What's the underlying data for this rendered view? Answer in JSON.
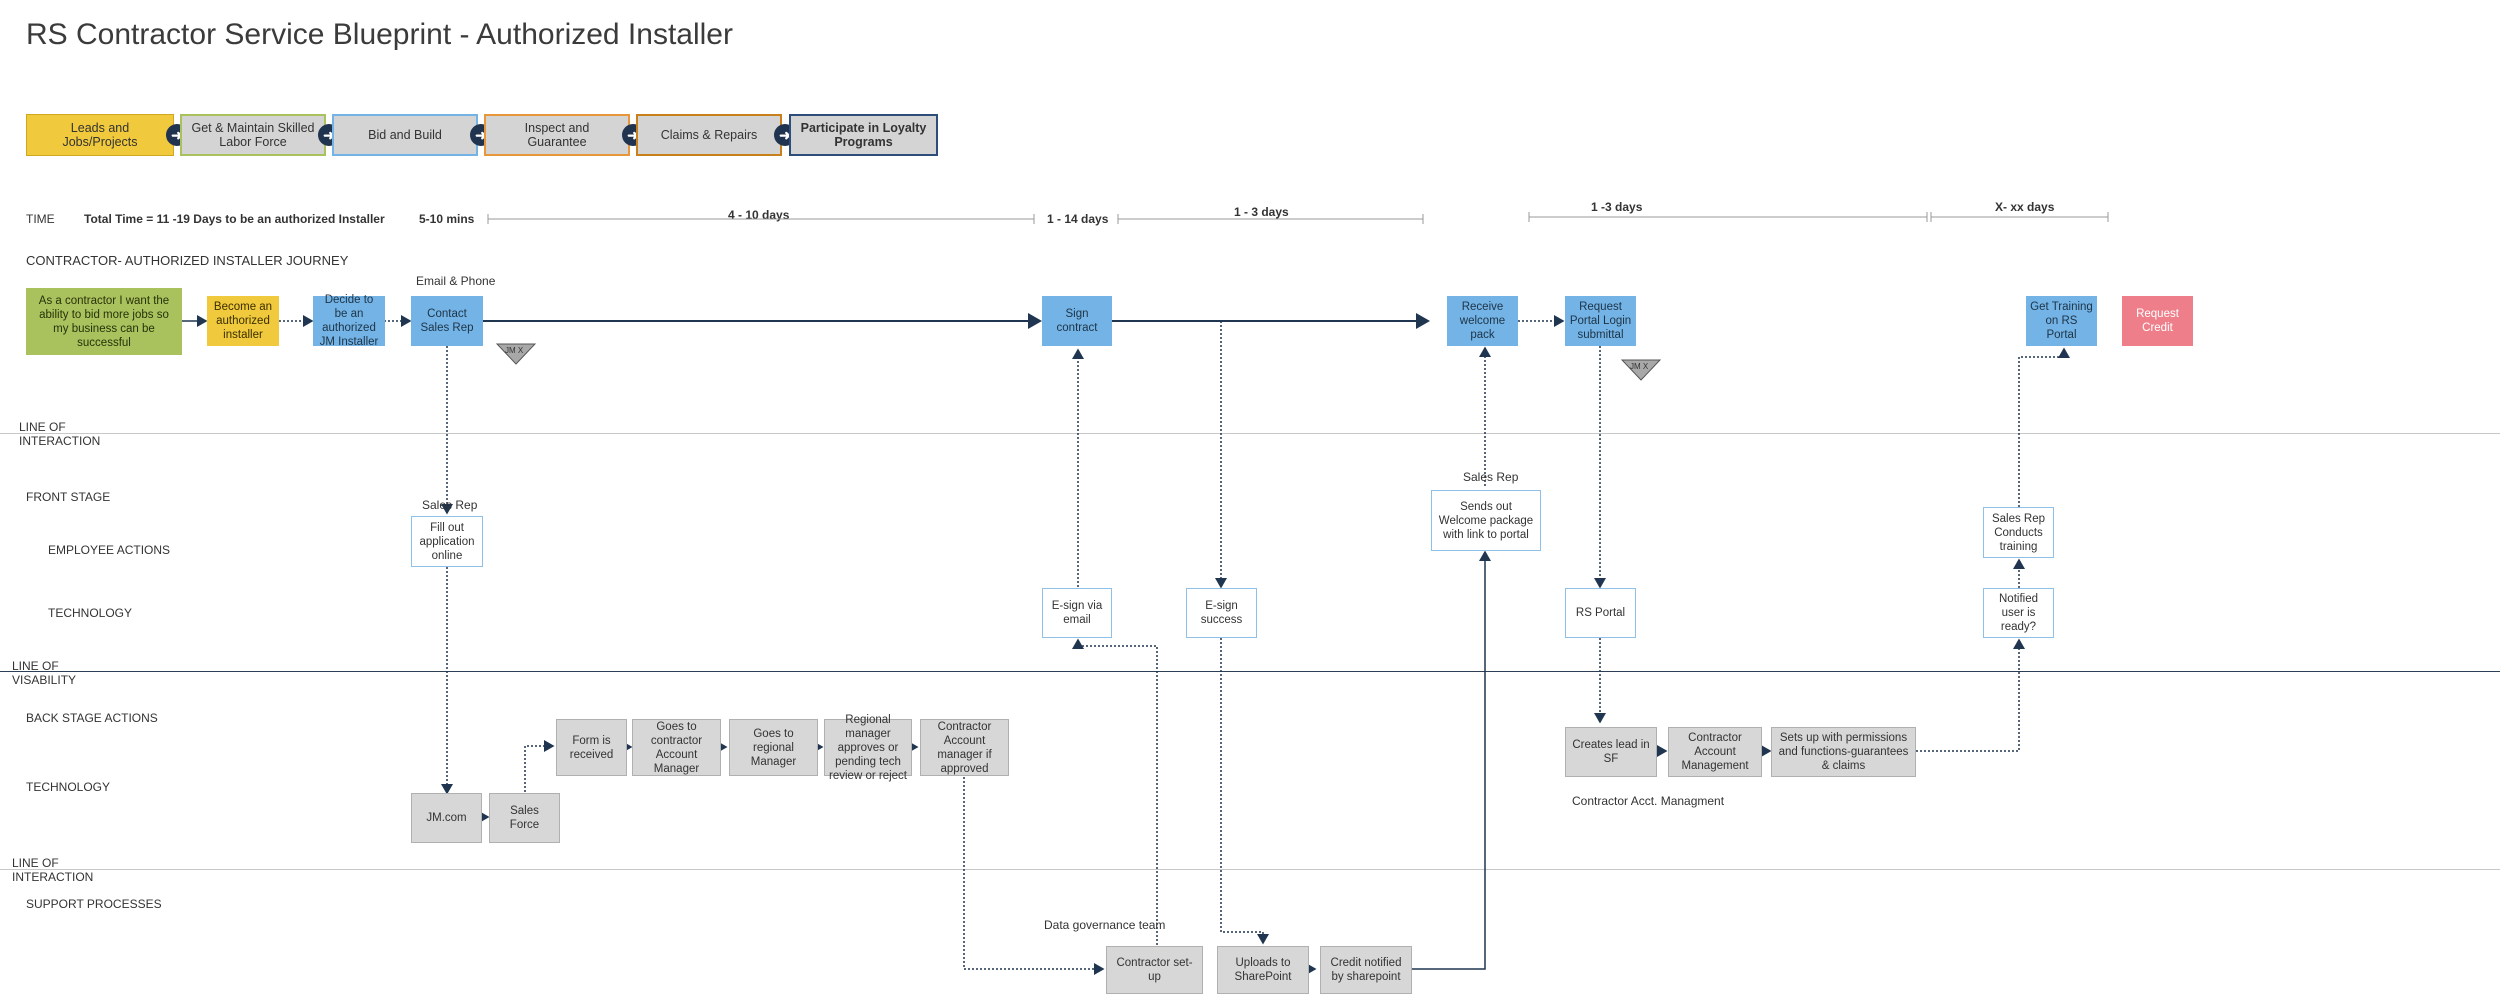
{
  "title": "RS Contractor Service Blueprint - Authorized Installer",
  "phases": [
    {
      "label": "Leads and Jobs/Projects"
    },
    {
      "label": "Get & Maintain Skilled Labor Force"
    },
    {
      "label": "Bid and Build"
    },
    {
      "label": "Inspect and Guarantee"
    },
    {
      "label": "Claims & Repairs"
    },
    {
      "label": "Participate in Loyalty Programs"
    }
  ],
  "time": {
    "label": "TIME",
    "total": "Total Time = 11 -19 Days to be an authorized Installer",
    "spans": [
      "5-10 mins",
      "4 - 10 days",
      "1 - 14 days",
      "1 - 3 days",
      "1 -3 days",
      "X- xx days"
    ]
  },
  "lanes": {
    "journey": "CONTRACTOR- AUTHORIZED INSTALLER JOURNEY",
    "line_interaction_1": "LINE OF\nINTERACTION",
    "front_stage": "FRONT STAGE",
    "employee_actions": "EMPLOYEE ACTIONS",
    "technology": "TECHNOLOGY",
    "line_visibility": "LINE OF\nVISABILITY",
    "back_stage": "BACK STAGE ACTIONS",
    "technology_2": "TECHNOLOGY",
    "line_interaction_2": "LINE OF\nINTERACTION",
    "support": "SUPPORT PROCESSES"
  },
  "notes": {
    "email_phone": "Email & Phone",
    "sales_rep_1": "Sales Rep",
    "sales_rep_2": "Sales Rep",
    "data_gov": "Data governance team",
    "acct_mgmt": "Contractor Acct. Managment",
    "jmx_1": "JM X",
    "jmx_2": "JM X"
  },
  "journey": {
    "j1": "As a contractor I want the ability to bid more jobs so my business can be successful",
    "j2": "Become an authorized installer",
    "j3": "Decide to be an authorized JM Installer",
    "j4": "Contact Sales Rep",
    "j5": "Sign contract",
    "j6": "Receive welcome pack",
    "j7": "Request Portal Login submittal",
    "j8": "Get Training on RS Portal",
    "j9": "Request Credit"
  },
  "front": {
    "fill_out": "Fill out application online",
    "welcome_pkg": "Sends out Welcome package with link to portal",
    "conduct_training": "Sales  Rep Conducts training",
    "esign_email": "E-sign via email",
    "esign_success": "E-sign success",
    "rs_portal": "RS Portal",
    "notified": "Notified user is ready?"
  },
  "back": {
    "form_received": "Form is received",
    "goes_cam": "Goes to contractor Account Manager",
    "goes_regional": "Goes to regional Manager",
    "regional_approves": "Regional manager approves or pending tech review or reject",
    "cam_approved": "Contractor Account manager if approved",
    "jm_com": "JM.com",
    "sales_force": "Sales Force",
    "creates_lead": "Creates lead in SF",
    "contractor_acct": "Contractor Account Management",
    "sets_up": "Sets up with permissions and functions-guarantees & claims"
  },
  "support": {
    "contractor_setup": "Contractor set-up",
    "uploads": "Uploads to SharePoint",
    "credit_notified": "Credit notified by sharepoint"
  },
  "colors": {
    "blue": "#73b3e6",
    "yellow": "#f0c93c",
    "green": "#a9c25d",
    "pink": "#ee7f8a",
    "navy": "#20344f"
  }
}
